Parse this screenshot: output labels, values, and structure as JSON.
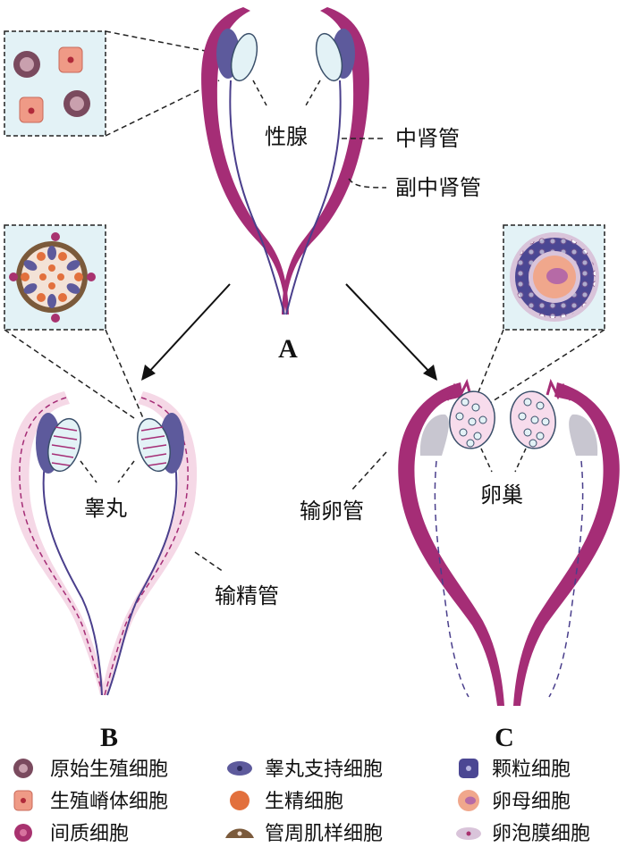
{
  "panel_a": {
    "letter": "A",
    "gonad_label": "性腺",
    "mesonephric_duct_label": "中肾管",
    "paramesonephric_duct_label": "副中肾管"
  },
  "panel_b": {
    "letter": "B",
    "testis_label": "睾丸",
    "vas_deferens_label": "输精管"
  },
  "panel_c": {
    "letter": "C",
    "oviduct_label": "输卵管",
    "ovary_label": "卵巢"
  },
  "legend": [
    {
      "label": "原始生殖细胞",
      "icon": "primordial-germ-cell-icon",
      "color": "#7a4a5e"
    },
    {
      "label": "生殖嵴体细胞",
      "icon": "genital-ridge-somatic-cell-icon",
      "color": "#ef9a86"
    },
    {
      "label": "间质细胞",
      "icon": "interstitial-cell-icon",
      "color": "#a8326f"
    },
    {
      "label": "睾丸支持细胞",
      "icon": "sertoli-cell-icon",
      "color": "#5d5a9c"
    },
    {
      "label": "生精细胞",
      "icon": "spermatogenic-cell-icon",
      "color": "#e2703d"
    },
    {
      "label": "管周肌样细胞",
      "icon": "peritubular-myoid-cell-icon",
      "color": "#7b5a3b"
    },
    {
      "label": "颗粒细胞",
      "icon": "granulosa-cell-icon",
      "color": "#4b4793"
    },
    {
      "label": "卵母细胞",
      "icon": "oocyte-icon",
      "color": "#f0a78c"
    },
    {
      "label": "卵泡膜细胞",
      "icon": "theca-cell-icon",
      "color": "#d9c4da"
    }
  ],
  "colors": {
    "mesonephric_duct": "#a52d76",
    "paramesonephric_duct": "#4a3f8c",
    "gonad_fill": "#e3f2f6",
    "gonad_outline": "#3a4f6a",
    "inset_background": "#e3f2f6",
    "vas_deferens_fill": "#f5d8e6",
    "ovary_fill": "#f7dcec"
  }
}
